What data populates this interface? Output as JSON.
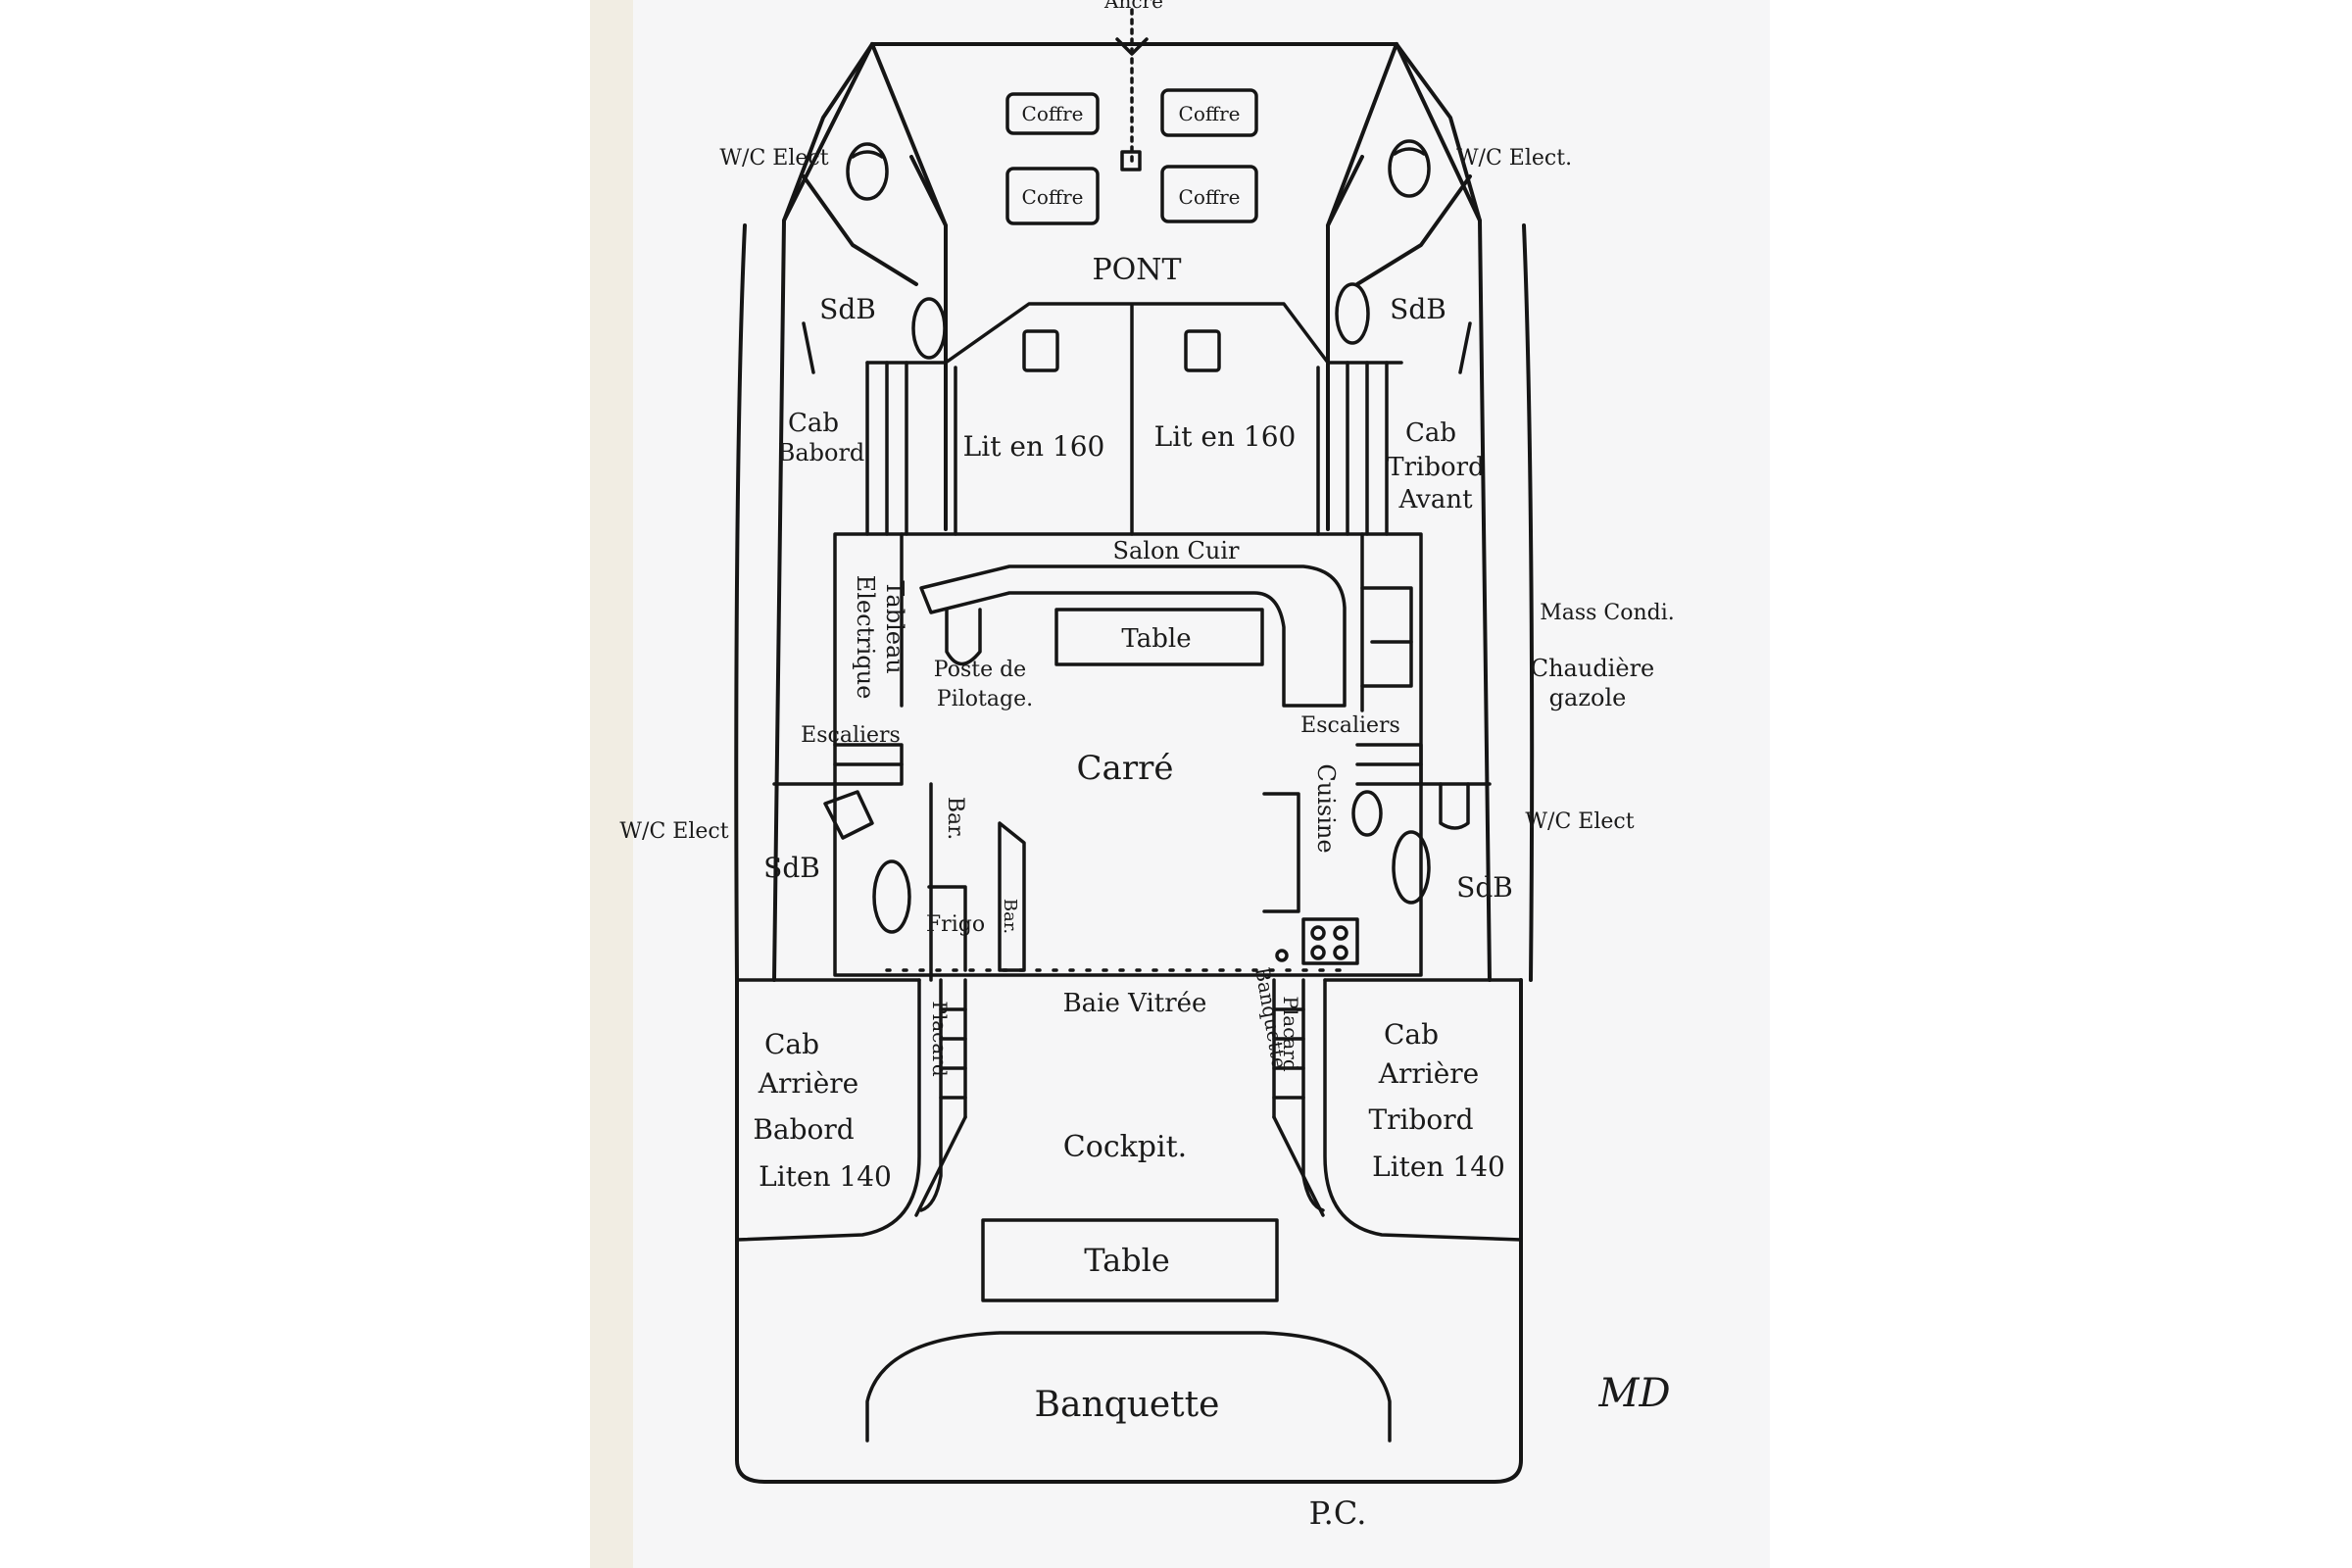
{
  "labels": {
    "anchor": "Ancre",
    "coffre": "Coffre",
    "pont": "PONT",
    "wc_elect": "W/C Elect",
    "wc_elect_dot": "W/C Elect.",
    "sdb": "SdB",
    "cab_babord": [
      "Cab",
      "Babord"
    ],
    "cab_tribord_avant": [
      "Cab",
      "Tribord",
      "Avant"
    ],
    "lit_160": "Lit en 160",
    "salon_cuir": "Salon Cuir",
    "table": "Table",
    "tableau_electrique": [
      "Tableau",
      "Electrique"
    ],
    "poste_pilotage": [
      "Poste de",
      "Pilotage."
    ],
    "mass_condi": "Mass Condi.",
    "chaudiere_gazole": [
      "Chaudière",
      "gazole"
    ],
    "escaliers": "Escaliers",
    "carre": "Carré",
    "cuisine": "Cuisine",
    "bar": "Bar.",
    "frigo": "Frigo",
    "baie_vitree": "Baie Vitrée",
    "placard": "Placard",
    "banquette_small": "Banquette",
    "cab_arriere_babord": [
      "Cab",
      "Arrière",
      "Babord",
      "Liten 140"
    ],
    "cab_arriere_tribord": [
      "Cab",
      "Arrière",
      "Tribord",
      "Liten 140"
    ],
    "cockpit": "Cockpit.",
    "banquette": "Banquette",
    "initials_md": "MD",
    "initials_pc": "P.C."
  },
  "colors": {
    "ink": "#151515",
    "paper": "#f6f6f7",
    "paper_edge": "#f1ede3"
  }
}
